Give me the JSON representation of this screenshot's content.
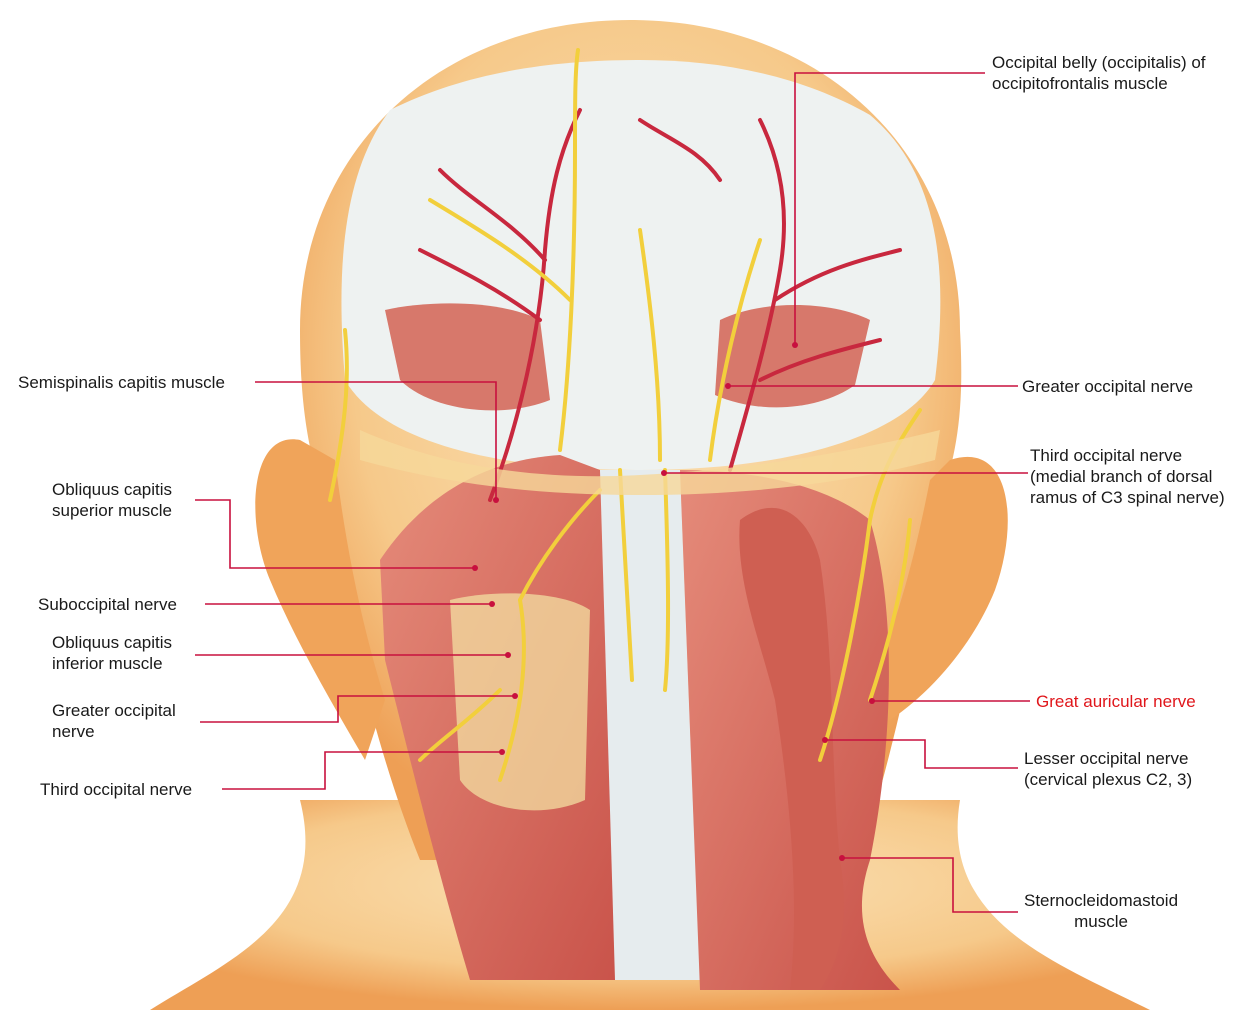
{
  "labels": {
    "occipital_belly": [
      "Occipital belly (occipitalis) of",
      "occipitofrontalis muscle"
    ],
    "semispinalis": [
      "Semispinalis capitis muscle"
    ],
    "greater_occipital_right": [
      "Greater occipital nerve"
    ],
    "third_occipital_right": [
      "Third occipital nerve",
      "(medial branch of dorsal",
      "ramus of C3 spinal nerve)"
    ],
    "obliquus_superior": [
      "Obliquus capitis",
      "superior muscle"
    ],
    "suboccipital": [
      "Suboccipital nerve"
    ],
    "obliquus_inferior": [
      "Obliquus capitis",
      "inferior muscle"
    ],
    "greater_occipital_left": [
      "Greater occipital",
      "nerve"
    ],
    "great_auricular": [
      "Great auricular nerve"
    ],
    "lesser_occipital": [
      "Lesser occipital nerve",
      "(cervical plexus C2, 3)"
    ],
    "third_occipital_left": [
      "Third occipital nerve"
    ],
    "sternocleidomastoid": [
      "Sternocleidomastoid",
      "muscle"
    ]
  },
  "colors": {
    "leader_line": "#c8102e",
    "highlight_label": "#e0161b",
    "skin": "#f3b877",
    "muscle": "#d8675a",
    "nerve": "#f2cf3c",
    "artery": "#c8283e",
    "fascia": "#e9eef0"
  }
}
